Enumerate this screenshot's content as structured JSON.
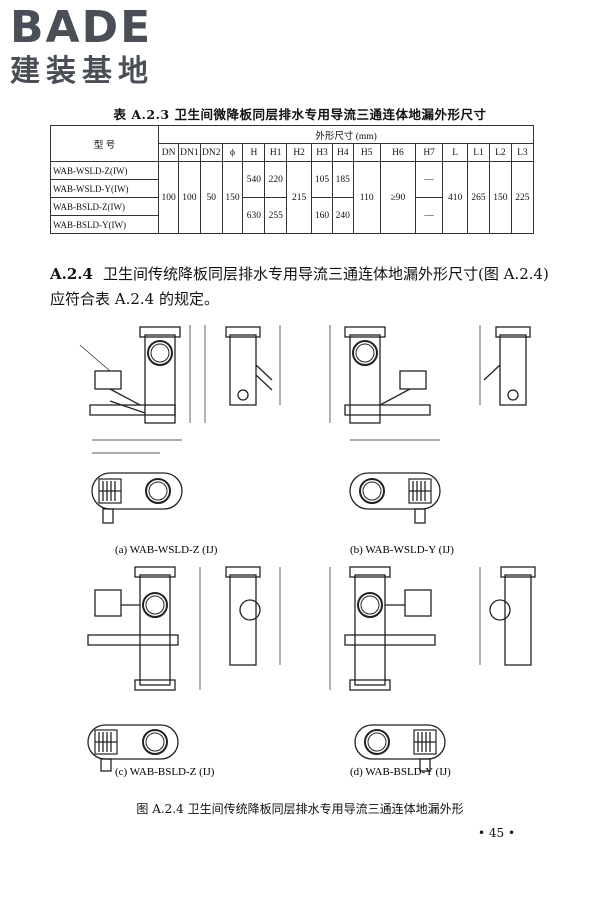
{
  "logo": {
    "word": "BADE",
    "cn": "建装基地"
  },
  "table": {
    "caption": "表 A.2.3   卫生间微降板同层排水专用导流三通连体地漏外形尺寸",
    "header": {
      "model": "型      号",
      "group": "外形尺寸 (mm)"
    },
    "columns": [
      "DN",
      "DN1",
      "DN2",
      "ϕ",
      "H",
      "H1",
      "H2",
      "H3",
      "H4",
      "H5",
      "H6",
      "H7",
      "L",
      "L1",
      "L2",
      "L3"
    ],
    "models": [
      "WAB-WSLD-Z(IW)",
      "WAB-WSLD-Y(IW)",
      "WAB-BSLD-Z(IW)",
      "WAB-BSLD-Y(IW)"
    ],
    "values": {
      "DN": "100",
      "DN1": "100",
      "DN2": "50",
      "phi": "150",
      "H_a": "540",
      "H_b": "630",
      "H1_a": "220",
      "H1_b": "255",
      "H2": "215",
      "H3_a": "105",
      "H3_b": "160",
      "H4_a": "185",
      "H4_b": "240",
      "H5": "110",
      "H6": "≥90",
      "H7_a": "—",
      "H7_b": "—",
      "L": "410",
      "L1": "265",
      "L2": "150",
      "L3": "225"
    }
  },
  "section": {
    "number": "A.2.4",
    "text": "卫生间传统降板同层排水专用导流三通连体地漏外形尺寸(图 A.2.4)应符合表 A.2.4 的规定。"
  },
  "figures": {
    "a": "(a) WAB-WSLD-Z (IJ)",
    "b": "(b) WAB-WSLD-Y (IJ)",
    "c": "(c) WAB-BSLD-Z (IJ)",
    "d": "(d) WAB-BSLD-Y (IJ)"
  },
  "figure_caption": "图 A.2.4   卫生间传统降板同层排水专用导流三通连体地漏外形",
  "page_number": "• 45 •"
}
